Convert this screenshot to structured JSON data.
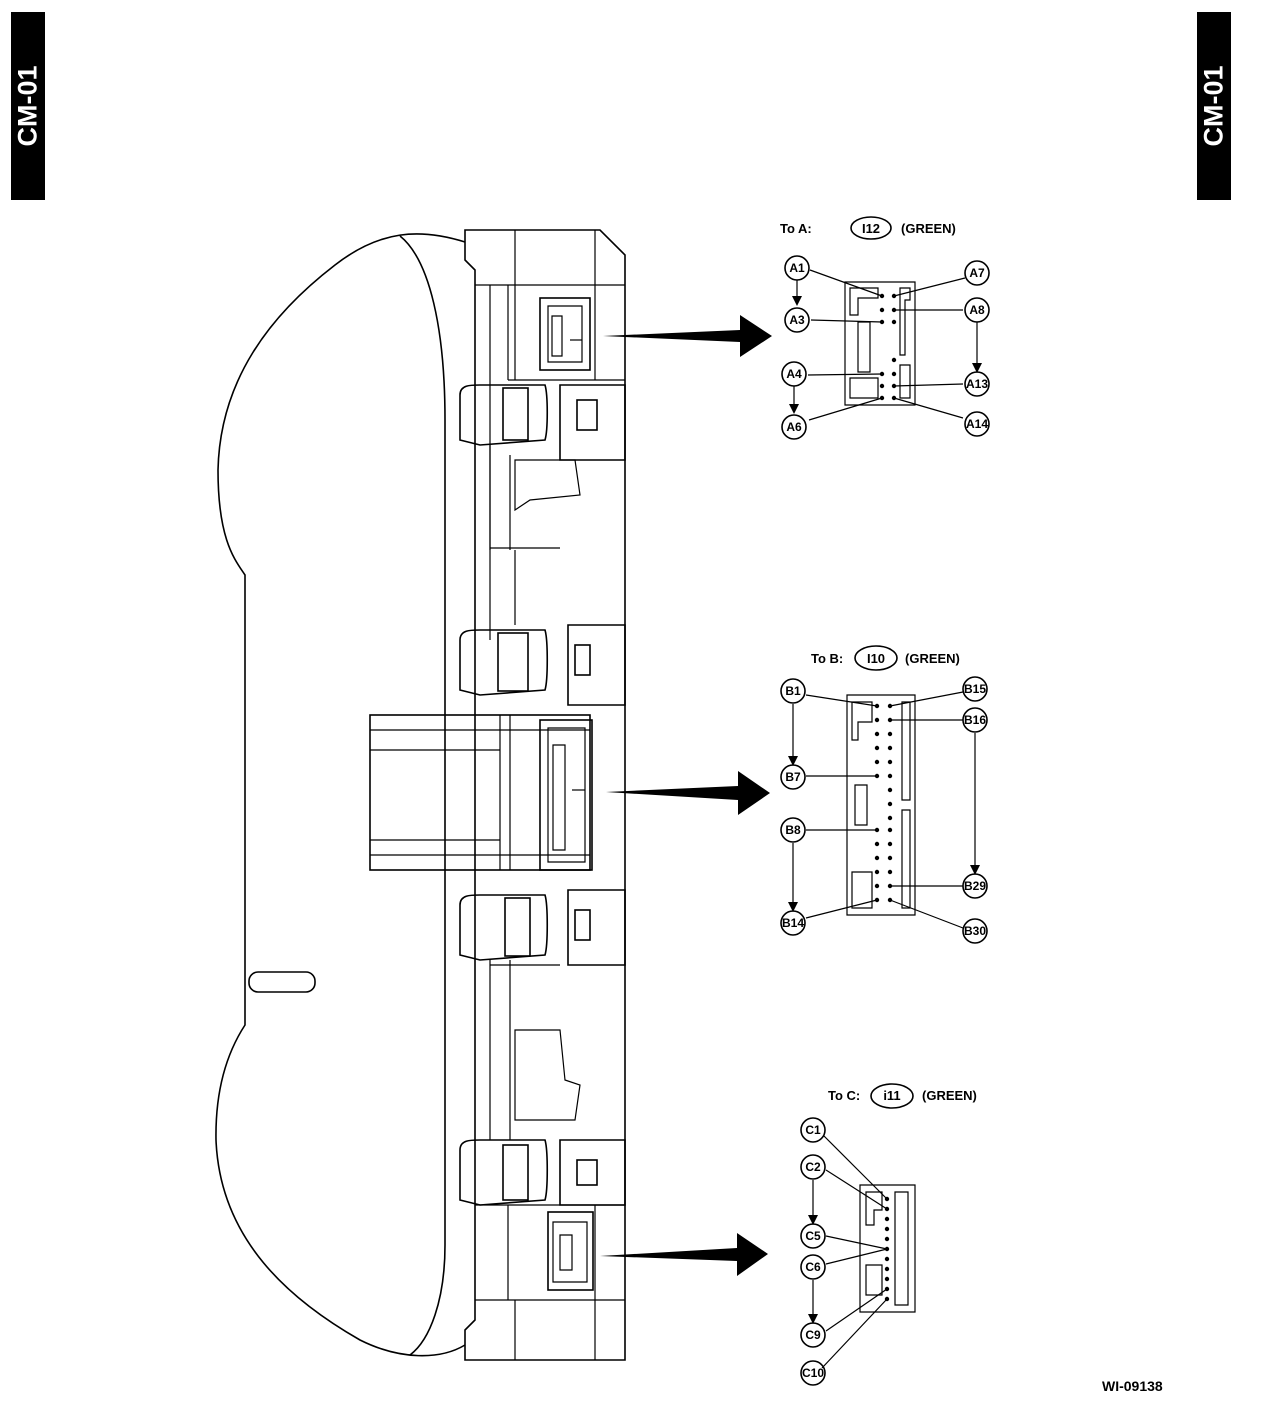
{
  "section_code": "CM-01",
  "figure_id": "WI-09138",
  "connectors": {
    "a": {
      "prefix": "To A:",
      "code": "I12",
      "color": "(GREEN)",
      "pins": {
        "a1": "A1",
        "a3": "A3",
        "a4": "A4",
        "a6": "A6",
        "a7": "A7",
        "a8": "A8",
        "a13": "A13",
        "a14": "A14"
      }
    },
    "b": {
      "prefix": "To B:",
      "code": "I10",
      "color": "(GREEN)",
      "pins": {
        "b1": "B1",
        "b7": "B7",
        "b8": "B8",
        "b14": "B14",
        "b15": "B15",
        "b16": "B16",
        "b29": "B29",
        "b30": "B30"
      }
    },
    "c": {
      "prefix": "To C:",
      "code": "i11",
      "color": "(GREEN)",
      "pins": {
        "c1": "C1",
        "c2": "C2",
        "c5": "C5",
        "c6": "C6",
        "c9": "C9",
        "c10": "C10"
      }
    }
  }
}
